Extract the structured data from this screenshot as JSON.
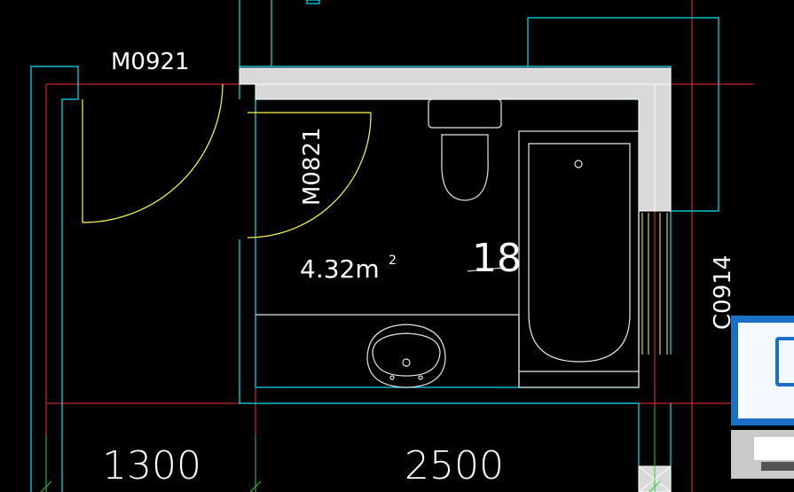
{
  "drawing": {
    "door_label_1": "M0921",
    "door_label_2": "M0821",
    "window_label": "C0914",
    "area_label": "4.32m",
    "area_sup": "2",
    "room_mark": "18",
    "dim_left": "1300",
    "dim_right": "2500"
  },
  "colors": {
    "background": "#000000",
    "wall_fill": "#d9d9d9",
    "axis_red": "#ff2a2a",
    "cyan": "#00e5ff",
    "yellow": "#ffff44",
    "white": "#ffffff",
    "green": "#33cc33"
  },
  "taskbar": {
    "icon_1": "network-tile-icon",
    "icon_2": "computer-icon"
  }
}
